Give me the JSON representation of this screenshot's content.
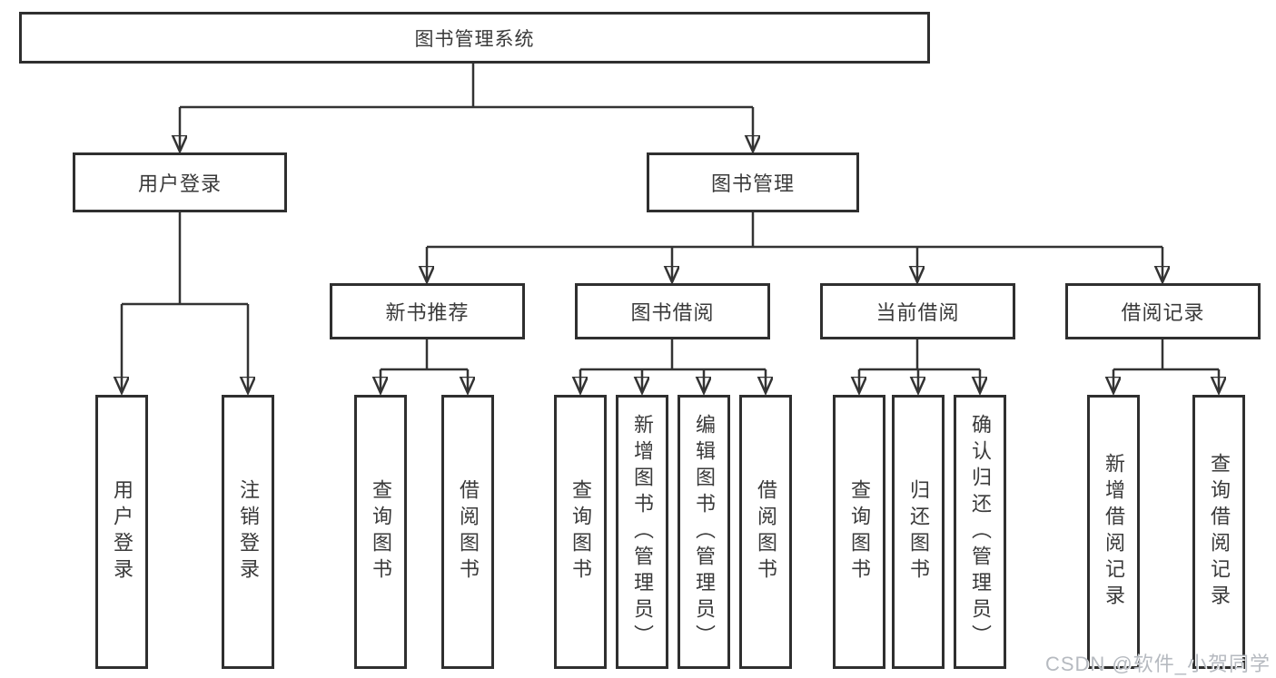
{
  "diagram": {
    "root": "图书管理系统",
    "children": [
      {
        "label": "用户登录",
        "children": [
          {
            "label": "用户登录"
          },
          {
            "label": "注销登录"
          }
        ]
      },
      {
        "label": "图书管理",
        "children": [
          {
            "label": "新书推荐",
            "children": [
              {
                "label": "查询图书"
              },
              {
                "label": "借阅图书"
              }
            ]
          },
          {
            "label": "图书借阅",
            "children": [
              {
                "label": "查询图书"
              },
              {
                "label": "新增图书（管理员）"
              },
              {
                "label": "编辑图书（管理员）"
              },
              {
                "label": "借阅图书"
              }
            ]
          },
          {
            "label": "当前借阅",
            "children": [
              {
                "label": "查询图书"
              },
              {
                "label": "归还图书"
              },
              {
                "label": "确认归还（管理员）"
              }
            ]
          },
          {
            "label": "借阅记录",
            "children": [
              {
                "label": "新增借阅记录"
              },
              {
                "label": "查询借阅记录"
              }
            ]
          }
        ]
      }
    ]
  },
  "watermark": {
    "text": "CSDN @软件_小贺同学"
  },
  "colors": {
    "line": "#333333",
    "box_border": "#2f2f2f",
    "text": "#3a3a3a",
    "background": "#ffffff",
    "watermark": "#b6bac0"
  }
}
